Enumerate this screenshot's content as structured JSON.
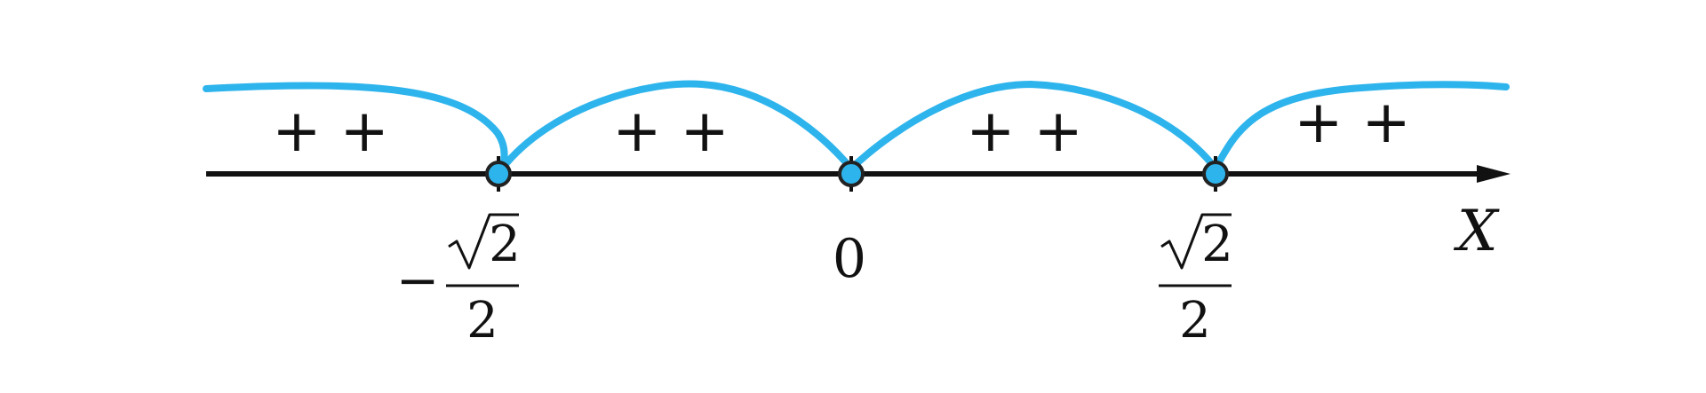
{
  "axis": {
    "label": "X",
    "color": "#111111"
  },
  "curve": {
    "color": "#2eb4ec"
  },
  "points": [
    {
      "value": -0.7071,
      "label": {
        "minus": "−",
        "radicand": "2",
        "denominator": "2"
      }
    },
    {
      "value": 0,
      "label": {
        "text": "0"
      }
    },
    {
      "value": 0.7071,
      "label": {
        "minus": "",
        "radicand": "2",
        "denominator": "2"
      }
    }
  ],
  "interval_signs": [
    {
      "interval": "(-∞, −√2/2)",
      "sign": "+ +"
    },
    {
      "interval": "(−√2/2, 0)",
      "sign": "+ +"
    },
    {
      "interval": "(0, √2/2)",
      "sign": "+ +"
    },
    {
      "interval": "(√2/2, +∞)",
      "sign": "+ +"
    }
  ],
  "point_fill": "#2eb4ec"
}
